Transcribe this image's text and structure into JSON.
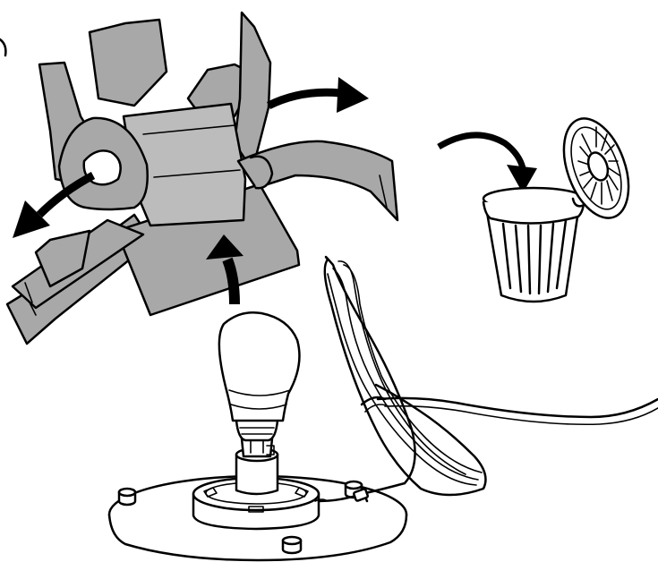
{
  "illustration": {
    "kind": "instruction-diagram",
    "steps": [
      "remove-packaging",
      "discard-packaging"
    ],
    "icons": [
      "unpack-arrow-left",
      "unpack-arrow-up",
      "unpack-arrow-right",
      "discard-arrow",
      "trash-bin-icon",
      "lamp-with-bulb",
      "power-cord"
    ]
  },
  "colors": {
    "packaging_fill": "#a8a8a8",
    "packaging_fold": "#bcbcbc",
    "outline": "#000000",
    "background": "#ffffff",
    "bulb_fill": "#ffffff"
  }
}
